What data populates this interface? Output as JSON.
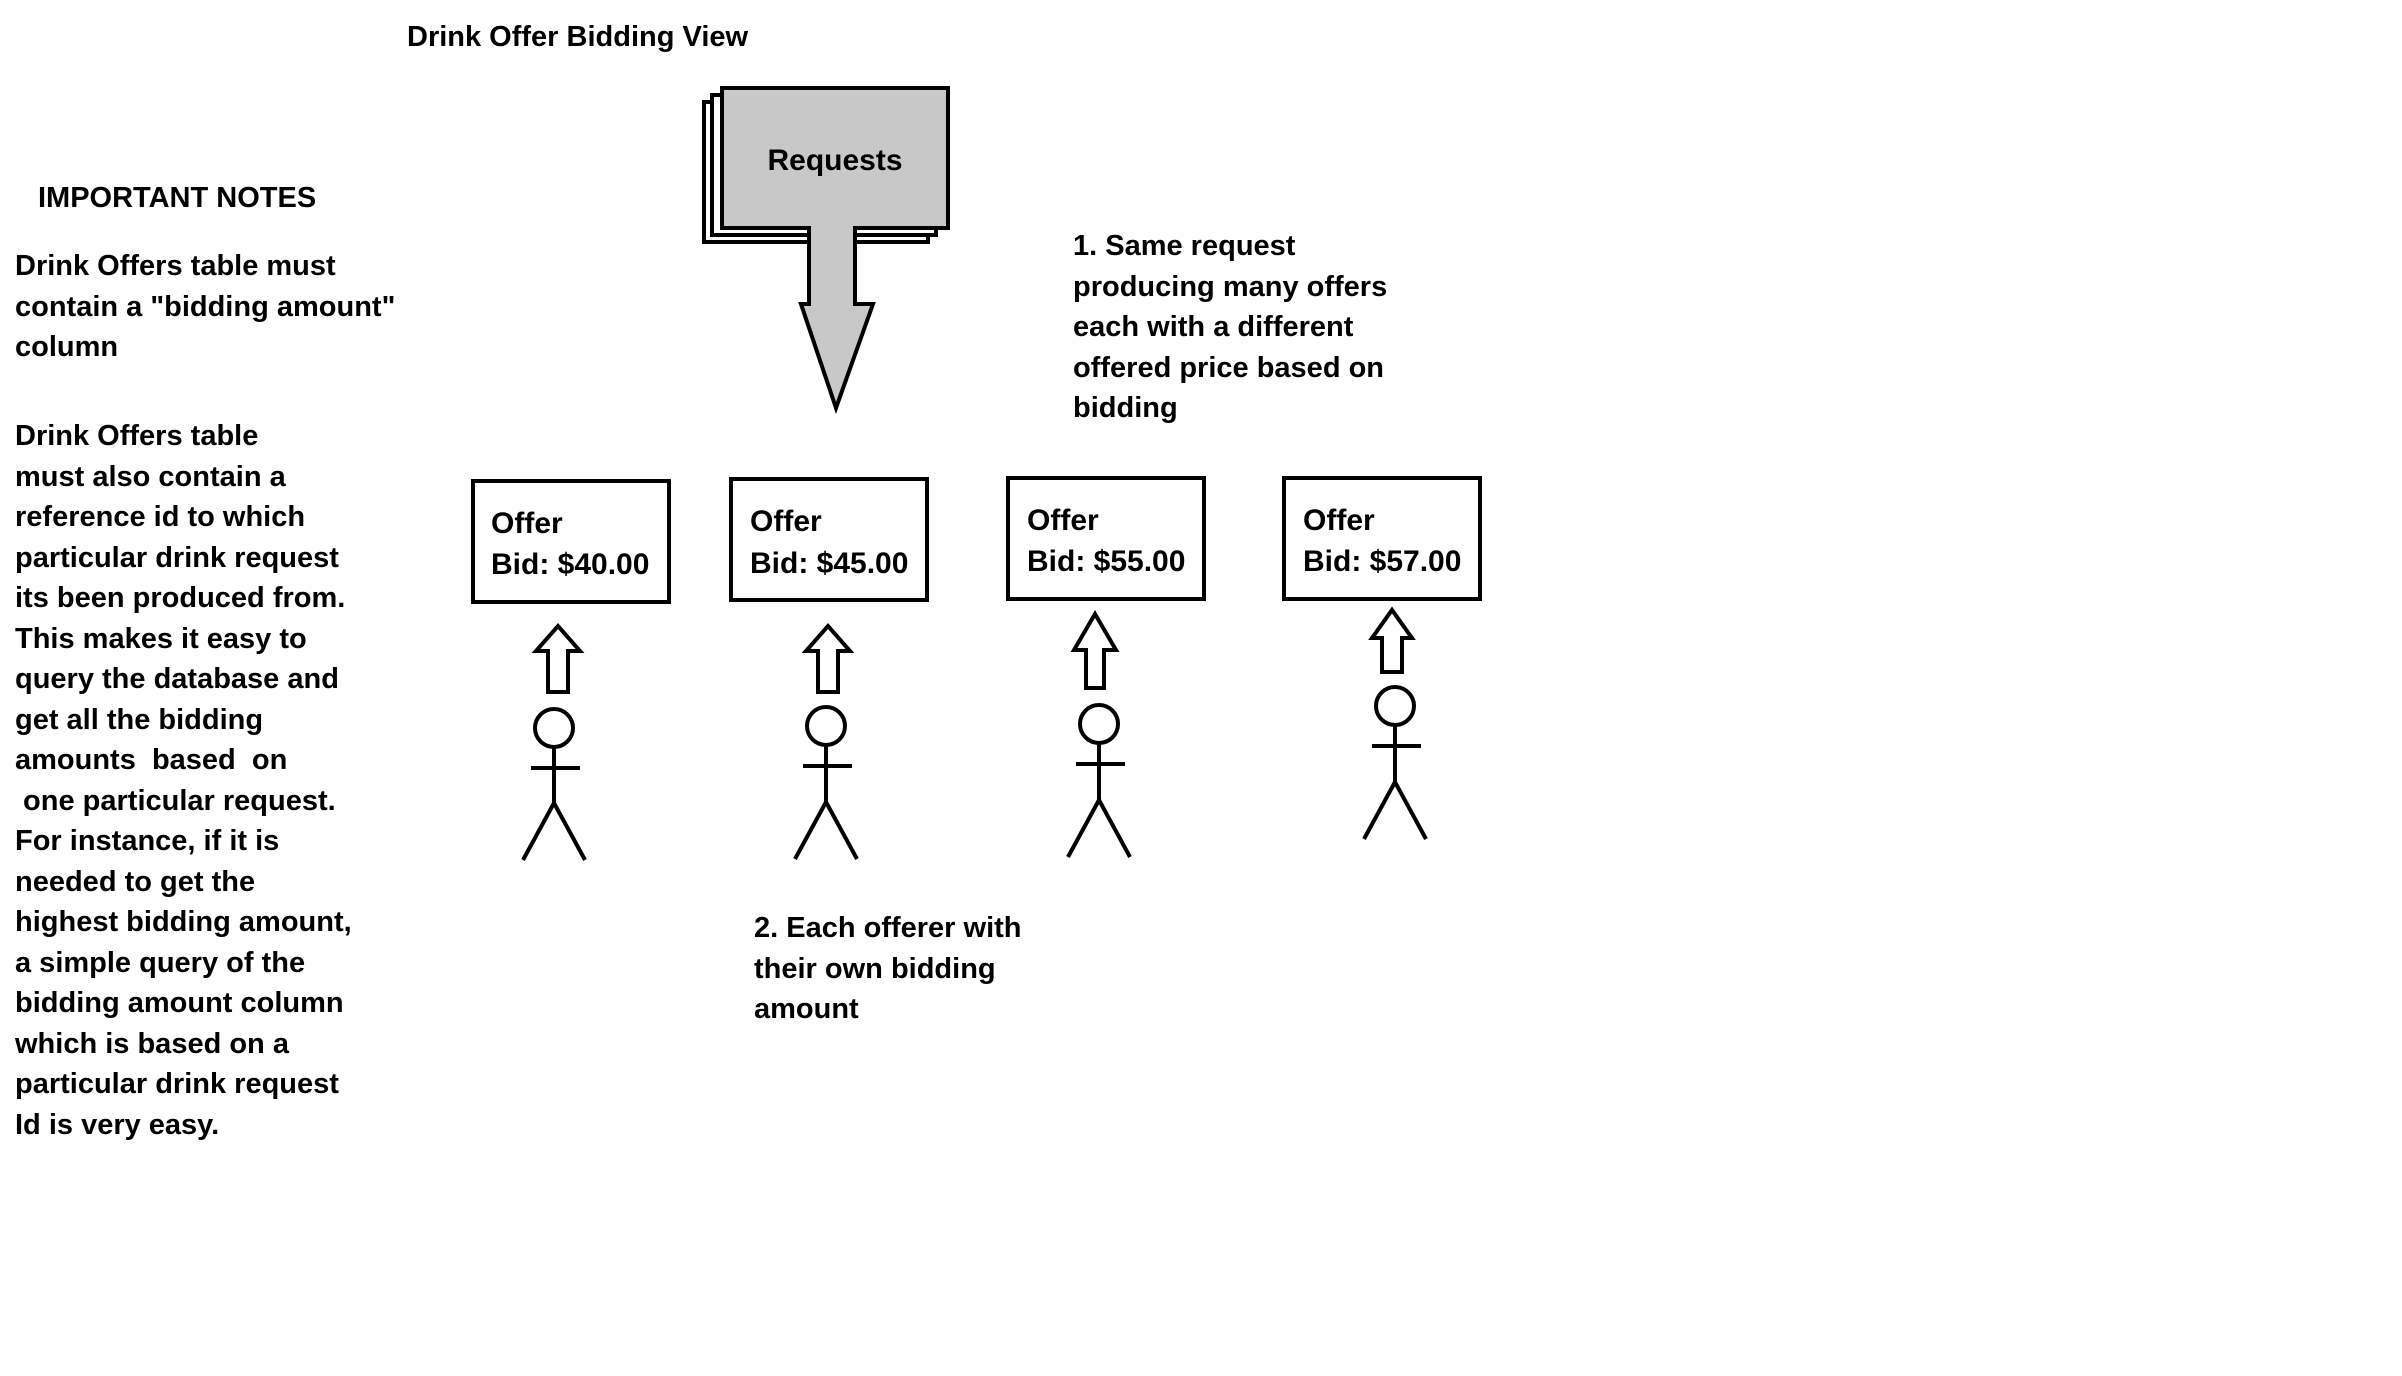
{
  "title": "Drink Offer Bidding View",
  "notes": {
    "heading": "IMPORTANT NOTES",
    "note_1": "Drink Offers table must\ncontain a \"bidding amount\"\ncolumn",
    "note_2": "Drink Offers table\nmust also contain a\nreference id to which\nparticular drink request\nits been produced from.\nThis makes it easy to\nquery the database and\nget all the bidding\namounts  based  on\n one particular request.\nFor instance, if it is\nneeded to get the\nhighest bidding amount,\na simple query of the\nbidding amount column\nwhich is based on a\nparticular drink request\nId is very easy."
  },
  "requests": {
    "label": "Requests"
  },
  "callouts": {
    "callout_1": "1. Same request\nproducing many offers\neach with a different\noffered price based on\nbidding",
    "callout_2": "2. Each offerer with\ntheir own bidding\namount"
  },
  "offers": [
    {
      "label": "Offer",
      "bid": "Bid: $40.00"
    },
    {
      "label": "Offer",
      "bid": "Bid: $45.00"
    },
    {
      "label": "Offer",
      "bid": "Bid: $55.00"
    },
    {
      "label": "Offer",
      "bid": "Bid: $57.00"
    }
  ],
  "colors": {
    "request_fill": "#c8c8c8",
    "stroke": "#000000",
    "background": "#ffffff"
  }
}
